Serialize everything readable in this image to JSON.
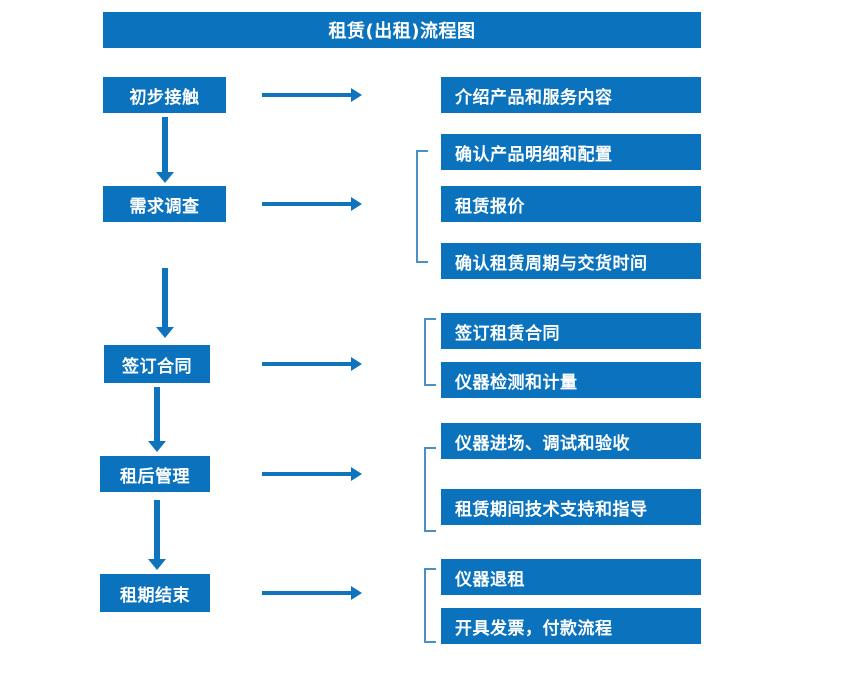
{
  "diagram": {
    "title": "租赁(出租)流程图",
    "accent_color": "#0b72bd",
    "arrow_color": "#0f74bc",
    "bracket_color": "#4a90c4",
    "text_color": "#ffffff",
    "background_color": "#ffffff"
  },
  "stages": [
    {
      "label": "初步接触"
    },
    {
      "label": "需求调查"
    },
    {
      "label": "签订合同"
    },
    {
      "label": "租后管理"
    },
    {
      "label": "租期结束"
    }
  ],
  "details": [
    {
      "label": "介绍产品和服务内容"
    },
    {
      "label": "确认产品明细和配置"
    },
    {
      "label": "租赁报价"
    },
    {
      "label": "确认租赁周期与交货时间"
    },
    {
      "label": "签订租赁合同"
    },
    {
      "label": "仪器检测和计量"
    },
    {
      "label": "仪器进场、调试和验收"
    },
    {
      "label": "租赁期间技术支持和指导"
    },
    {
      "label": "仪器退租"
    },
    {
      "label": "开具发票，付款流程"
    }
  ],
  "groups": [
    {
      "stage": "初步接触",
      "details": [
        "介绍产品和服务内容"
      ],
      "bracketed": false
    },
    {
      "stage": "需求调查",
      "details": [
        "确认产品明细和配置",
        "租赁报价",
        "确认租赁周期与交货时间"
      ],
      "bracketed": true
    },
    {
      "stage": "签订合同",
      "details": [
        "签订租赁合同",
        "仪器检测和计量"
      ],
      "bracketed": true
    },
    {
      "stage": "租后管理",
      "details": [
        "仪器进场、调试和验收",
        "租赁期间技术支持和指导"
      ],
      "bracketed": true
    },
    {
      "stage": "租期结束",
      "details": [
        "仪器退租",
        "开具发票，付款流程"
      ],
      "bracketed": true
    }
  ]
}
